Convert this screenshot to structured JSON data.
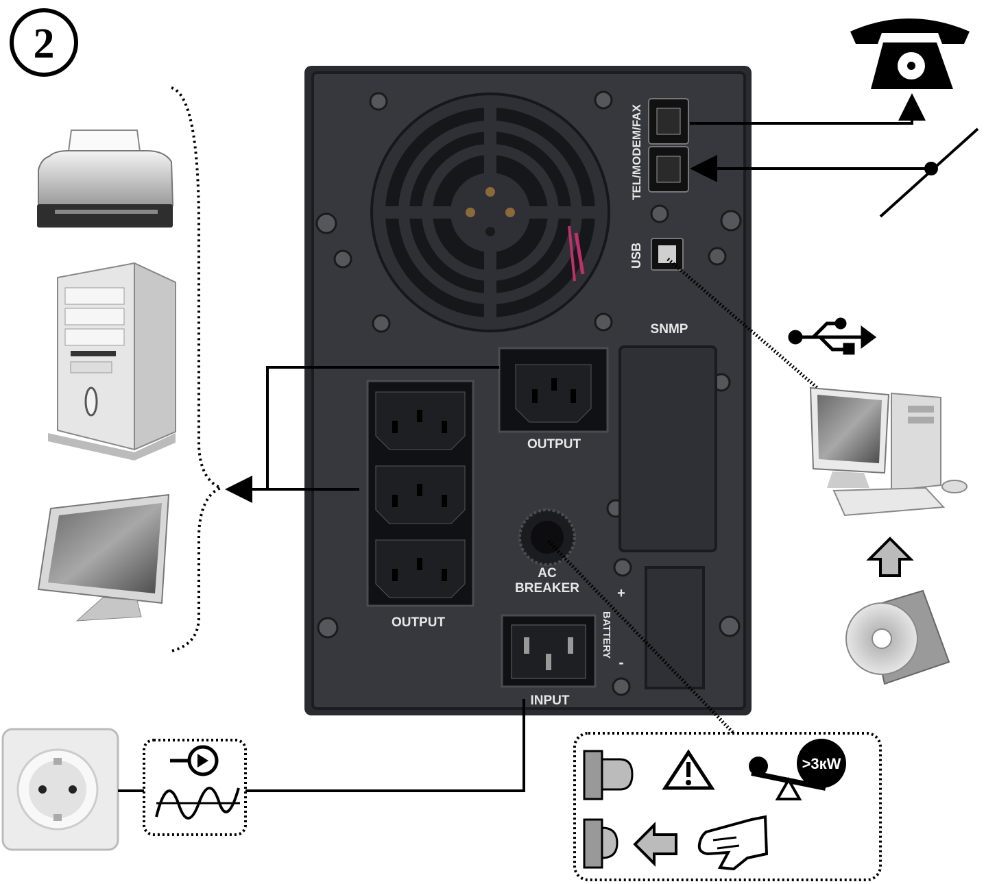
{
  "step_number": "2",
  "ups_panel": {
    "tel_label": "TEL/MODEM/FAX",
    "usb_label": "USB",
    "snmp_label": "SNMP",
    "output_label_top": "OUTPUT",
    "output_label_group": "OUTPUT",
    "ac_breaker_line1": "AC",
    "ac_breaker_line2": "BREAKER",
    "battery_label": "BATTERY",
    "battery_plus": "+",
    "battery_minus": "-",
    "input_label": "INPUT"
  },
  "warning_box": {
    "overload_badge": ">3кW"
  },
  "colors": {
    "panel": "#35373d",
    "panel_edge": "#1d1e22",
    "label": "#e8e8e8",
    "line": "#000000"
  }
}
